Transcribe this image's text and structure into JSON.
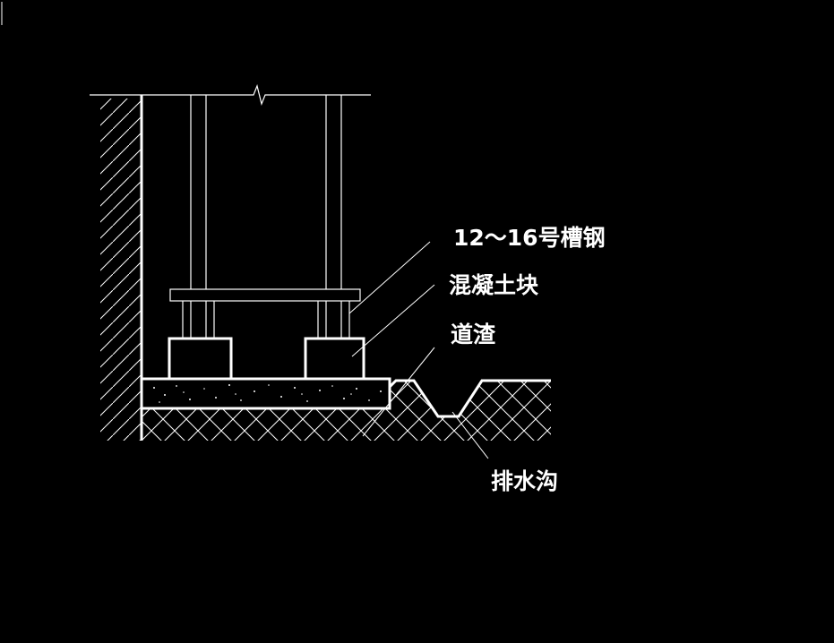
{
  "drawing": {
    "labels": {
      "channel_steel": "12～16号槽钢",
      "concrete_block": "混凝土块",
      "ballast": "道渣",
      "drainage_ditch": "排水沟"
    },
    "colors": {
      "background": "#000000",
      "line": "#ffffff"
    }
  }
}
